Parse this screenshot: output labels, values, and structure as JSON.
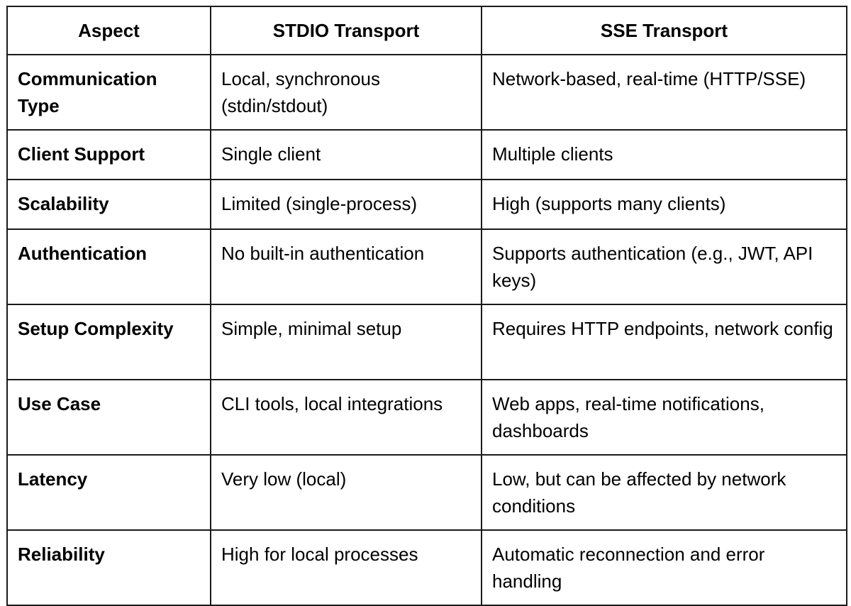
{
  "table": {
    "headers": [
      "Aspect",
      "STDIO Transport",
      "SSE Transport"
    ],
    "rows": [
      {
        "aspect": "Communication Type",
        "stdio": "Local, synchronous (stdin/stdout)",
        "sse": "Network-based, real-time (HTTP/SSE)"
      },
      {
        "aspect": "Client Support",
        "stdio": "Single client",
        "sse": "Multiple clients"
      },
      {
        "aspect": "Scalability",
        "stdio": "Limited (single-process)",
        "sse": "High (supports many clients)"
      },
      {
        "aspect": "Authentication",
        "stdio": "No built-in authentication",
        "sse": "Supports authentication (e.g., JWT, API keys)"
      },
      {
        "aspect": "Setup Complexity",
        "stdio": "Simple, minimal setup",
        "sse": "Requires HTTP endpoints, network config"
      },
      {
        "aspect": "Use Case",
        "stdio": "CLI tools, local integrations",
        "sse": "Web apps, real-time notifications, dashboards"
      },
      {
        "aspect": "Latency",
        "stdio": "Very low (local)",
        "sse": "Low, but can be affected by network conditions"
      },
      {
        "aspect": "Reliability",
        "stdio": "High for local processes",
        "sse": "Automatic reconnection and error handling"
      }
    ]
  }
}
